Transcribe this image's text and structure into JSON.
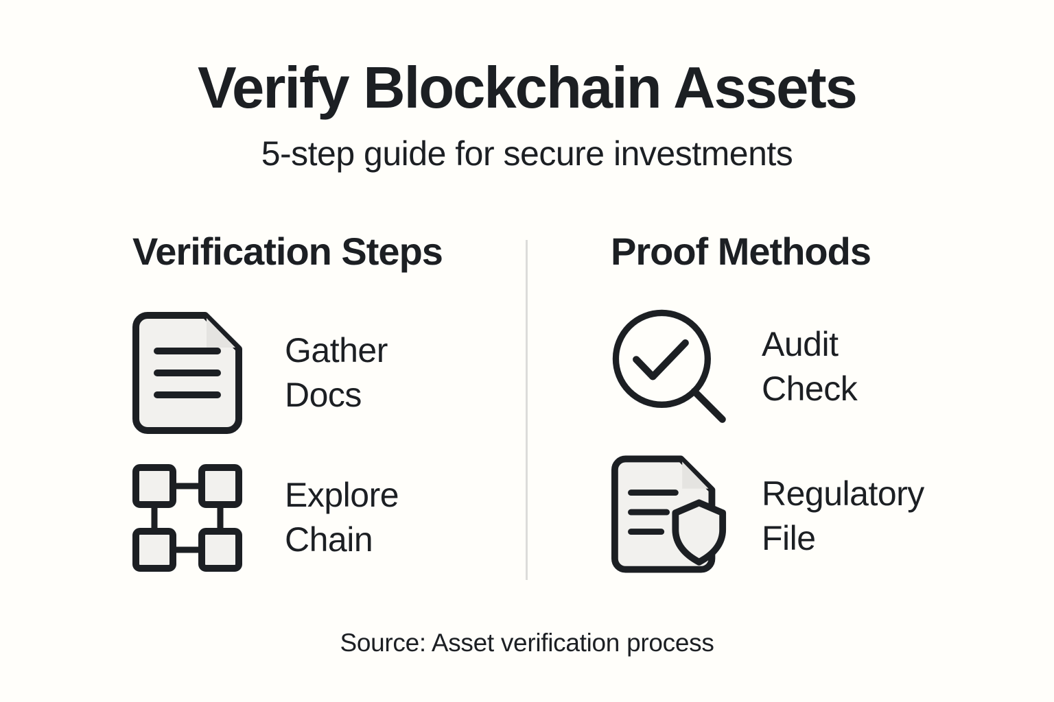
{
  "header": {
    "title": "Verify Blockchain Assets",
    "subtitle": "5-step guide for secure investments"
  },
  "columns": [
    {
      "title": "Verification Steps",
      "items": [
        {
          "icon": "document-icon",
          "label_line1": "Gather",
          "label_line2": "Docs"
        },
        {
          "icon": "blockchain-icon",
          "label_line1": "Explore",
          "label_line2": "Chain"
        }
      ]
    },
    {
      "title": "Proof Methods",
      "items": [
        {
          "icon": "magnifier-check-icon",
          "label_line1": "Audit",
          "label_line2": "Check"
        },
        {
          "icon": "document-shield-icon",
          "label_line1": "Regulatory",
          "label_line2": "File"
        }
      ]
    }
  ],
  "footer": {
    "source": "Source: Asset verification process"
  },
  "colors": {
    "background": "#FFFEFA",
    "text": "#1C1F23",
    "icon_stroke": "#1C1F23",
    "icon_fill": "#F2F1EE",
    "fold_shade": "#E5E4E1",
    "divider": "#DCDCDA"
  }
}
